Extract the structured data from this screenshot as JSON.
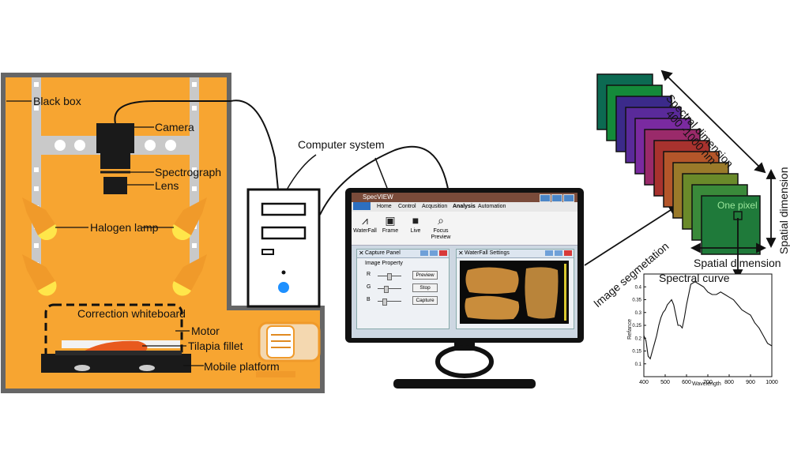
{
  "setup": {
    "labels": {
      "black_box": "Black box",
      "camera": "Camera",
      "spectrograph": "Spectrograph",
      "lens": "Lens",
      "halogen_lamp": "Halogen lamp",
      "correction_whiteboard": "Correction whiteboard",
      "motor": "Motor",
      "tilapia_fillet": "Tilapia fillet",
      "mobile_platform": "Mobile platform"
    },
    "colors": {
      "box_fill": "#f7a531",
      "box_border": "#666666",
      "rail": "#c9c9c9",
      "fillet": "#e85a1e",
      "lamp": "#f09a2a",
      "lamp_glow": "#ffe64a"
    }
  },
  "computer": {
    "label": "Computer system",
    "power_color": "#1e90ff"
  },
  "software": {
    "title": "SpecVIEW",
    "menu": [
      "Home",
      "Control",
      "Acqusition",
      "Analysis",
      "Automation"
    ],
    "toolbar": [
      {
        "label": "WaterFall",
        "icon": "waterfall-icon"
      },
      {
        "label": "Frame",
        "icon": "camera-icon"
      },
      {
        "label": "Live",
        "icon": "live-camera-icon"
      },
      {
        "label": "Focus Preview",
        "icon": "focus-icon"
      }
    ],
    "capture_panel": {
      "title": "Capture Panel",
      "section": "Image Property",
      "rows": [
        {
          "channel": "R",
          "button": "Preview"
        },
        {
          "channel": "G",
          "button": "Stop"
        },
        {
          "channel": "B",
          "button": "Capture"
        }
      ]
    },
    "waterfall_panel": {
      "title": "WaterFall Settings"
    }
  },
  "hypercube": {
    "spectral_dimension": "Spectral dimension",
    "range": "400 -1000 nm",
    "spatial_dimension_v": "Spatial dimension",
    "spatial_dimension_h": "Spatial dimension",
    "one_pixel": "One pixel",
    "spectral_curve": "Spectral curve",
    "image_segmentation": "Image segmetation",
    "band_colors": [
      "#0c6a52",
      "#148a3a",
      "#3b2a8a",
      "#5a2a9a",
      "#7a2aa0",
      "#9a2a6a",
      "#a8322e",
      "#b4562a",
      "#9a7a2a",
      "#6a8a2a",
      "#3a8a3a",
      "#1f7a3a"
    ]
  },
  "chart_data": {
    "type": "line",
    "title": "",
    "xlabel": "Wavelength",
    "ylabel": "Refance",
    "xlim": [
      400,
      1000
    ],
    "ylim": [
      0.05,
      0.45
    ],
    "xticks": [
      400,
      500,
      600,
      700,
      800,
      900,
      1000
    ],
    "yticks": [
      0.1,
      0.15,
      0.2,
      0.25,
      0.3,
      0.35,
      0.4
    ],
    "series": [
      {
        "x": [
          400,
          410,
          420,
          430,
          440,
          450,
          460,
          470,
          480,
          490,
          500,
          510,
          520,
          530,
          540,
          550,
          560,
          570,
          580,
          590,
          600,
          610,
          620,
          640,
          660,
          680,
          700,
          720,
          740,
          760,
          780,
          800,
          820,
          840,
          860,
          880,
          900,
          920,
          940,
          960,
          980,
          1000
        ],
        "y": [
          0.21,
          0.19,
          0.13,
          0.12,
          0.15,
          0.18,
          0.21,
          0.25,
          0.28,
          0.3,
          0.31,
          0.33,
          0.34,
          0.35,
          0.33,
          0.29,
          0.25,
          0.25,
          0.24,
          0.28,
          0.33,
          0.37,
          0.41,
          0.42,
          0.41,
          0.4,
          0.38,
          0.37,
          0.37,
          0.38,
          0.37,
          0.36,
          0.35,
          0.33,
          0.31,
          0.3,
          0.29,
          0.26,
          0.24,
          0.21,
          0.18,
          0.17
        ]
      }
    ]
  }
}
